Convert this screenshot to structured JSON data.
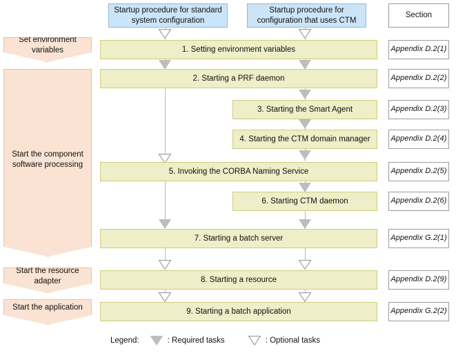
{
  "headers": {
    "col_standard": "Startup procedure for standard system configuration",
    "col_ctm": "Startup procedure for configuration that uses CTM",
    "col_section": "Section"
  },
  "phases": [
    {
      "label": "Set environment variables"
    },
    {
      "label": "Start the component software processing"
    },
    {
      "label": "Start the resource adapter"
    },
    {
      "label": "Start the application"
    }
  ],
  "tasks": [
    {
      "num": "1.",
      "label": "1. Setting environment variables",
      "section": "Appendix D.2(1)"
    },
    {
      "num": "2.",
      "label": "2. Starting a PRF daemon",
      "section": "Appendix D.2(2)"
    },
    {
      "num": "3.",
      "label": "3. Starting the Smart Agent",
      "section": "Appendix D.2(3)"
    },
    {
      "num": "4.",
      "label": "4. Starting the CTM domain manager",
      "section": "Appendix D.2(4)"
    },
    {
      "num": "5.",
      "label": "5. Invoking the CORBA Naming Service",
      "section": "Appendix D.2(5)"
    },
    {
      "num": "6.",
      "label": "6. Starting CTM daemon",
      "section": "Appendix D.2(6)"
    },
    {
      "num": "7.",
      "label": "7. Starting a batch server",
      "section": "Appendix G.2(1)"
    },
    {
      "num": "8.",
      "label": "8. Starting a resource",
      "section": "Appendix D.2(9)"
    },
    {
      "num": "9.",
      "label": "9. Starting a batch application",
      "section": "Appendix G.2(2)"
    }
  ],
  "legend": {
    "title": "Legend:",
    "required": ": Required tasks",
    "optional": ": Optional tasks"
  },
  "colors": {
    "header_blue": "#cce4f7",
    "task_yellow": "#eeeec8",
    "phase_peach": "#fae3d3",
    "arrow_gray": "#bdbdbd",
    "line_gray": "#b9b9b9"
  }
}
